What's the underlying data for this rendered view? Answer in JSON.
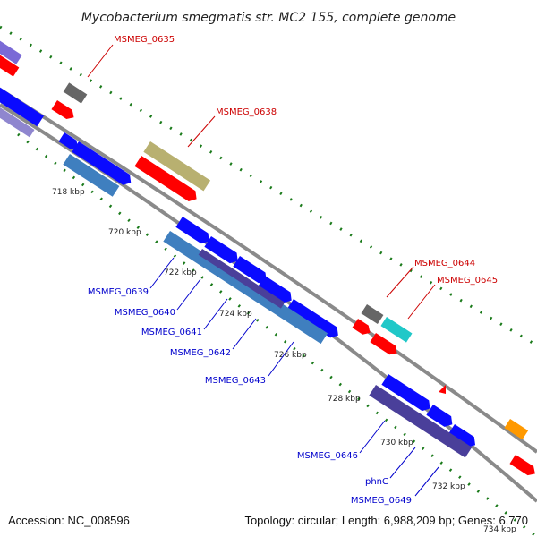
{
  "title": "Mycobacterium smegmatis str. MC2 155, complete genome",
  "footer": {
    "accession": "Accession: NC_008596",
    "topology": "Topology: circular; Length: 6,988,209 bp; Genes: 6,770"
  },
  "ticks": [
    "718 kbp",
    "720 kbp",
    "722 kbp",
    "724 kbp",
    "726 kbp",
    "728 kbp",
    "730 kbp",
    "732 kbp",
    "734 kbp"
  ],
  "labels_forward": [
    "MSMEG_0635",
    "MSMEG_0638",
    "MSMEG_0644",
    "MSMEG_0645"
  ],
  "labels_reverse": [
    "MSMEG_0639",
    "MSMEG_0640",
    "MSMEG_0641",
    "MSMEG_0642",
    "MSMEG_0643",
    "MSMEG_0646",
    "phnC",
    "MSMEG_0649"
  ],
  "colors": {
    "backbone": "#8a8a8a",
    "tick": "#1a7a1a",
    "blue": "#0a0aff",
    "steel": "#3f7fbf",
    "red": "#ff0000",
    "grey": "#666666",
    "olive": "#b8b070",
    "cyan": "#20c8c8",
    "orange": "#ff9900",
    "lavender": "#7a6ad6",
    "indigo": "#4a3f9a",
    "label_red": "#cc0000",
    "label_blue": "#0000cc"
  }
}
